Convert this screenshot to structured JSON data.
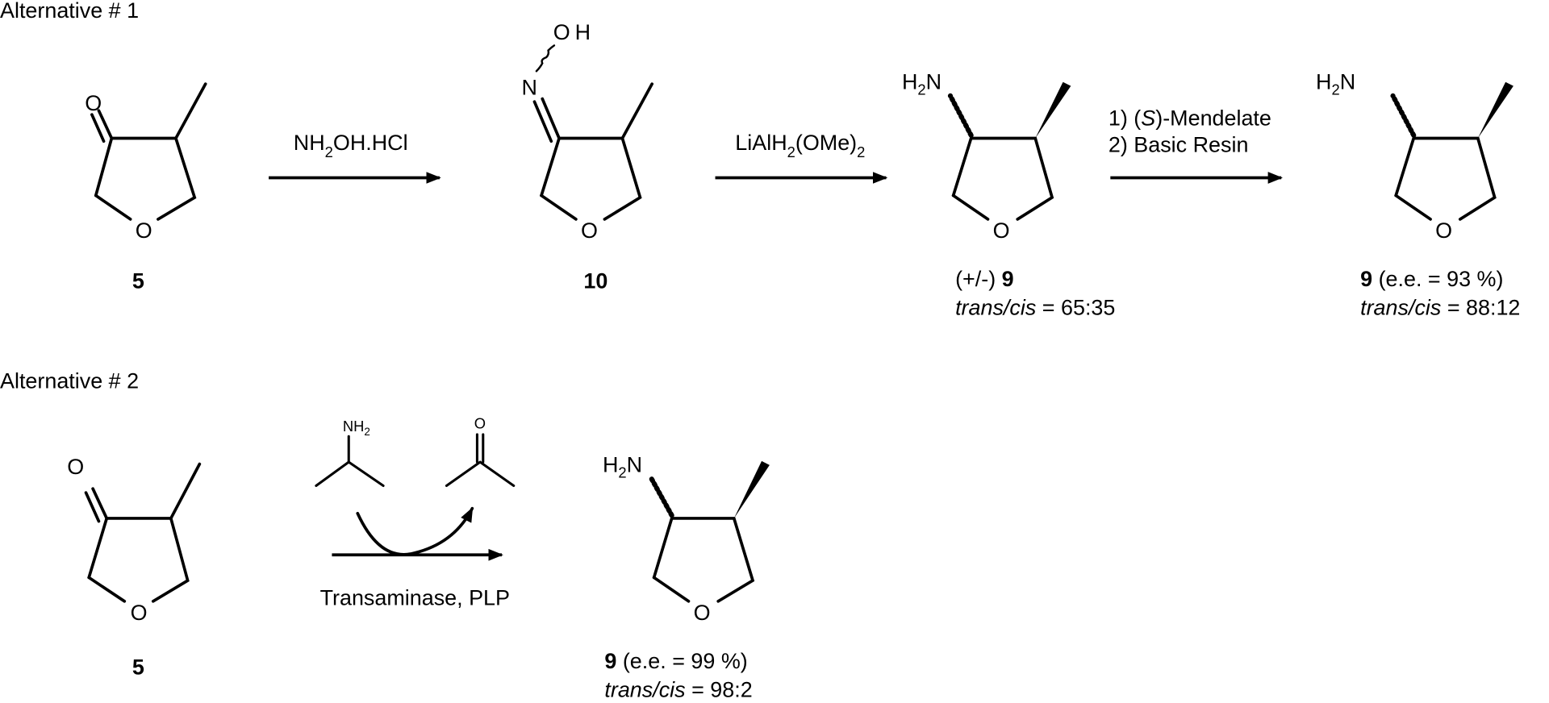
{
  "scheme": {
    "alt1": {
      "heading": "Alternative # 1",
      "reagent1": {
        "a": "NH",
        "sub": "2",
        "b": "OH.HCl"
      },
      "reagent2": {
        "a": "LiAlH",
        "sub1": "2",
        "b": "(OMe)",
        "sub2": "2"
      },
      "reagent3": {
        "line1_a": "1) (",
        "line1_s": "S",
        "line1_b": ")-Mendelate",
        "line2": "2) Basic Resin"
      },
      "compound5": {
        "carbonyl_o": "O",
        "ring_o": "O",
        "label": "5"
      },
      "compound10": {
        "n": "N",
        "o": "O",
        "h": "H",
        "ring_o": "O",
        "label": "10"
      },
      "compound9_rac": {
        "h": "H",
        "sub": "2",
        "n": "N",
        "ring_o": "O",
        "prefix": "(+/-) ",
        "label": "9",
        "ratio_label": "trans/cis",
        "ratio_value": " = 65:35"
      },
      "compound9_res": {
        "h": "H",
        "sub": "2",
        "n": "N",
        "ring_o": "O",
        "label": "9",
        "ee": " (e.e. = 93 %)",
        "ratio_label": "trans/cis",
        "ratio_value": " = 88:12"
      }
    },
    "alt2": {
      "heading": "Alternative # 2",
      "compound5": {
        "carbonyl_o": "O",
        "ring_o": "O",
        "label": "5"
      },
      "amine_donor": {
        "n": "NH",
        "sub": "2"
      },
      "ketone_byproduct": {
        "o": "O"
      },
      "reagent": "Transaminase, PLP",
      "compound9": {
        "h": "H",
        "sub": "2",
        "n": "N",
        "ring_o": "O",
        "label": "9",
        "ee": " (e.e. = 99 %)",
        "ratio_label": "trans/cis",
        "ratio_value": " = 98:2"
      }
    }
  }
}
